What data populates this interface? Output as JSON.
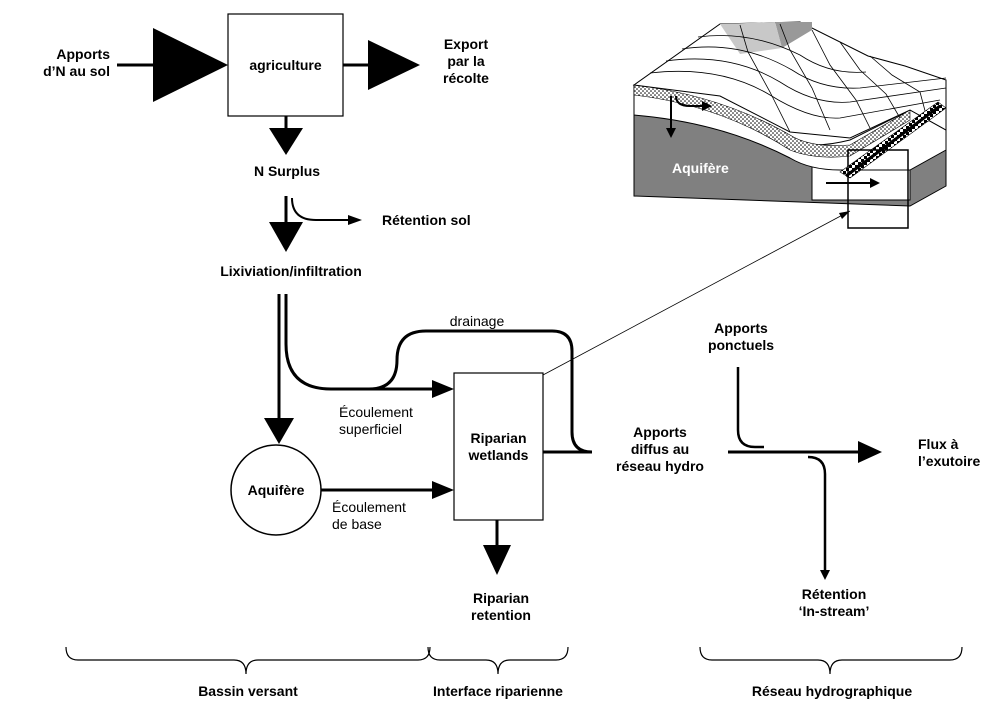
{
  "inputs": {
    "line1": "Apports",
    "line2": "d’N au sol"
  },
  "agriculture": "agriculture",
  "export": {
    "line1": "Export",
    "line2": "par la",
    "line3": "récolte"
  },
  "surplus": "N Surplus",
  "retention_sol": "Rétention sol",
  "lixiviation": "Lixiviation/infiltration",
  "drainage": "drainage",
  "ecoulement_superficiel": {
    "line1": "Écoulement",
    "line2": "superficiel"
  },
  "aquifere": "Aquifère",
  "ecoulement_base": {
    "line1": "Écoulement",
    "line2": "de base"
  },
  "riparian": {
    "line1": "Riparian",
    "line2": "wetlands"
  },
  "riparian_retention": {
    "line1": "Riparian",
    "line2": "retention"
  },
  "apports_diffus": {
    "line1": "Apports",
    "line2": "diffus au",
    "line3": "réseau hydro"
  },
  "apports_ponctuels": {
    "line1": "Apports",
    "line2": "ponctuels"
  },
  "flux": {
    "line1": "Flux à",
    "line2": "l’exutoire"
  },
  "retention_instream": {
    "line1": "Rétention",
    "line2": "‘In-stream’"
  },
  "block_aquifere": "Aquifère",
  "zones": {
    "bassin": "Bassin versant",
    "interface": "Interface riparienne",
    "reseau": "Réseau hydrographique"
  }
}
